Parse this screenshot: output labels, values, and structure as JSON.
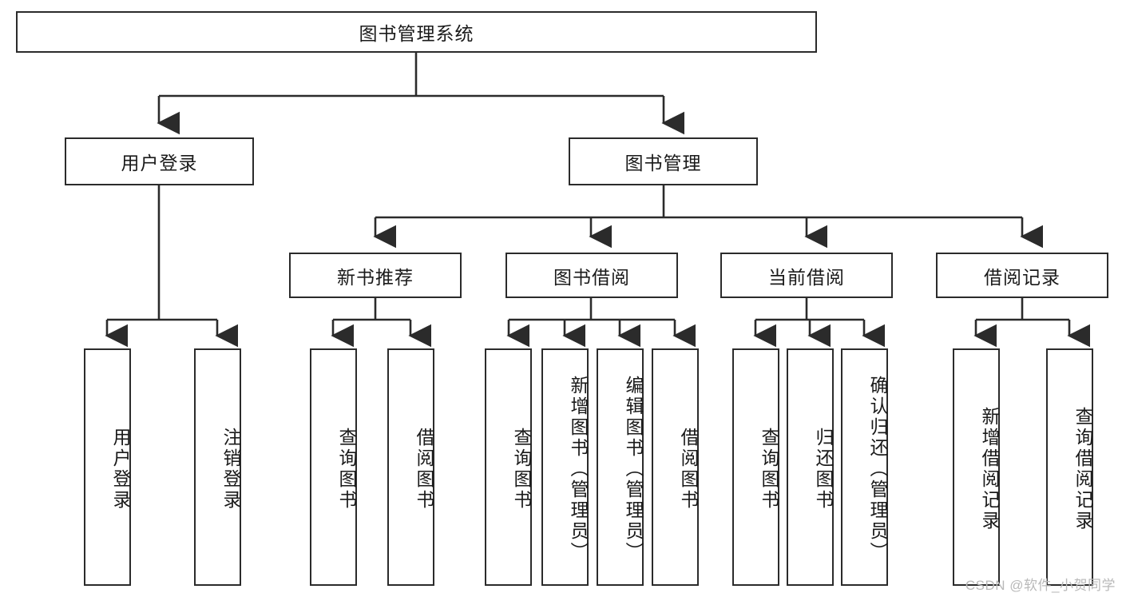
{
  "diagram": {
    "type": "tree-hierarchy",
    "title": "图书管理系统",
    "root": {
      "label": "图书管理系统"
    },
    "level2": [
      {
        "label": "用户登录"
      },
      {
        "label": "图书管理"
      }
    ],
    "level3": [
      {
        "label": "新书推荐"
      },
      {
        "label": "图书借阅"
      },
      {
        "label": "当前借阅"
      },
      {
        "label": "借阅记录"
      }
    ],
    "leaves": {
      "user_login": [
        {
          "label": "用户登录"
        },
        {
          "label": "注销登录"
        }
      ],
      "new_book_recommend": [
        {
          "label": "查询图书"
        },
        {
          "label": "借阅图书"
        }
      ],
      "book_borrow": [
        {
          "label": "查询图书"
        },
        {
          "label": "新增图书（管理员）"
        },
        {
          "label": "编辑图书（管理员）"
        },
        {
          "label": "借阅图书"
        }
      ],
      "current_borrow": [
        {
          "label": "查询图书"
        },
        {
          "label": "归还图书"
        },
        {
          "label": "确认归还（管理员）"
        }
      ],
      "borrow_record": [
        {
          "label": "新增借阅记录"
        },
        {
          "label": "查询借阅记录"
        }
      ]
    },
    "colors": {
      "stroke": "#2b2b2b",
      "fill": "#ffffff",
      "text": "#1a1a1a",
      "watermark": "#b9b9b9"
    }
  },
  "watermark": {
    "text": "CSDN @软件_小贺同学"
  }
}
